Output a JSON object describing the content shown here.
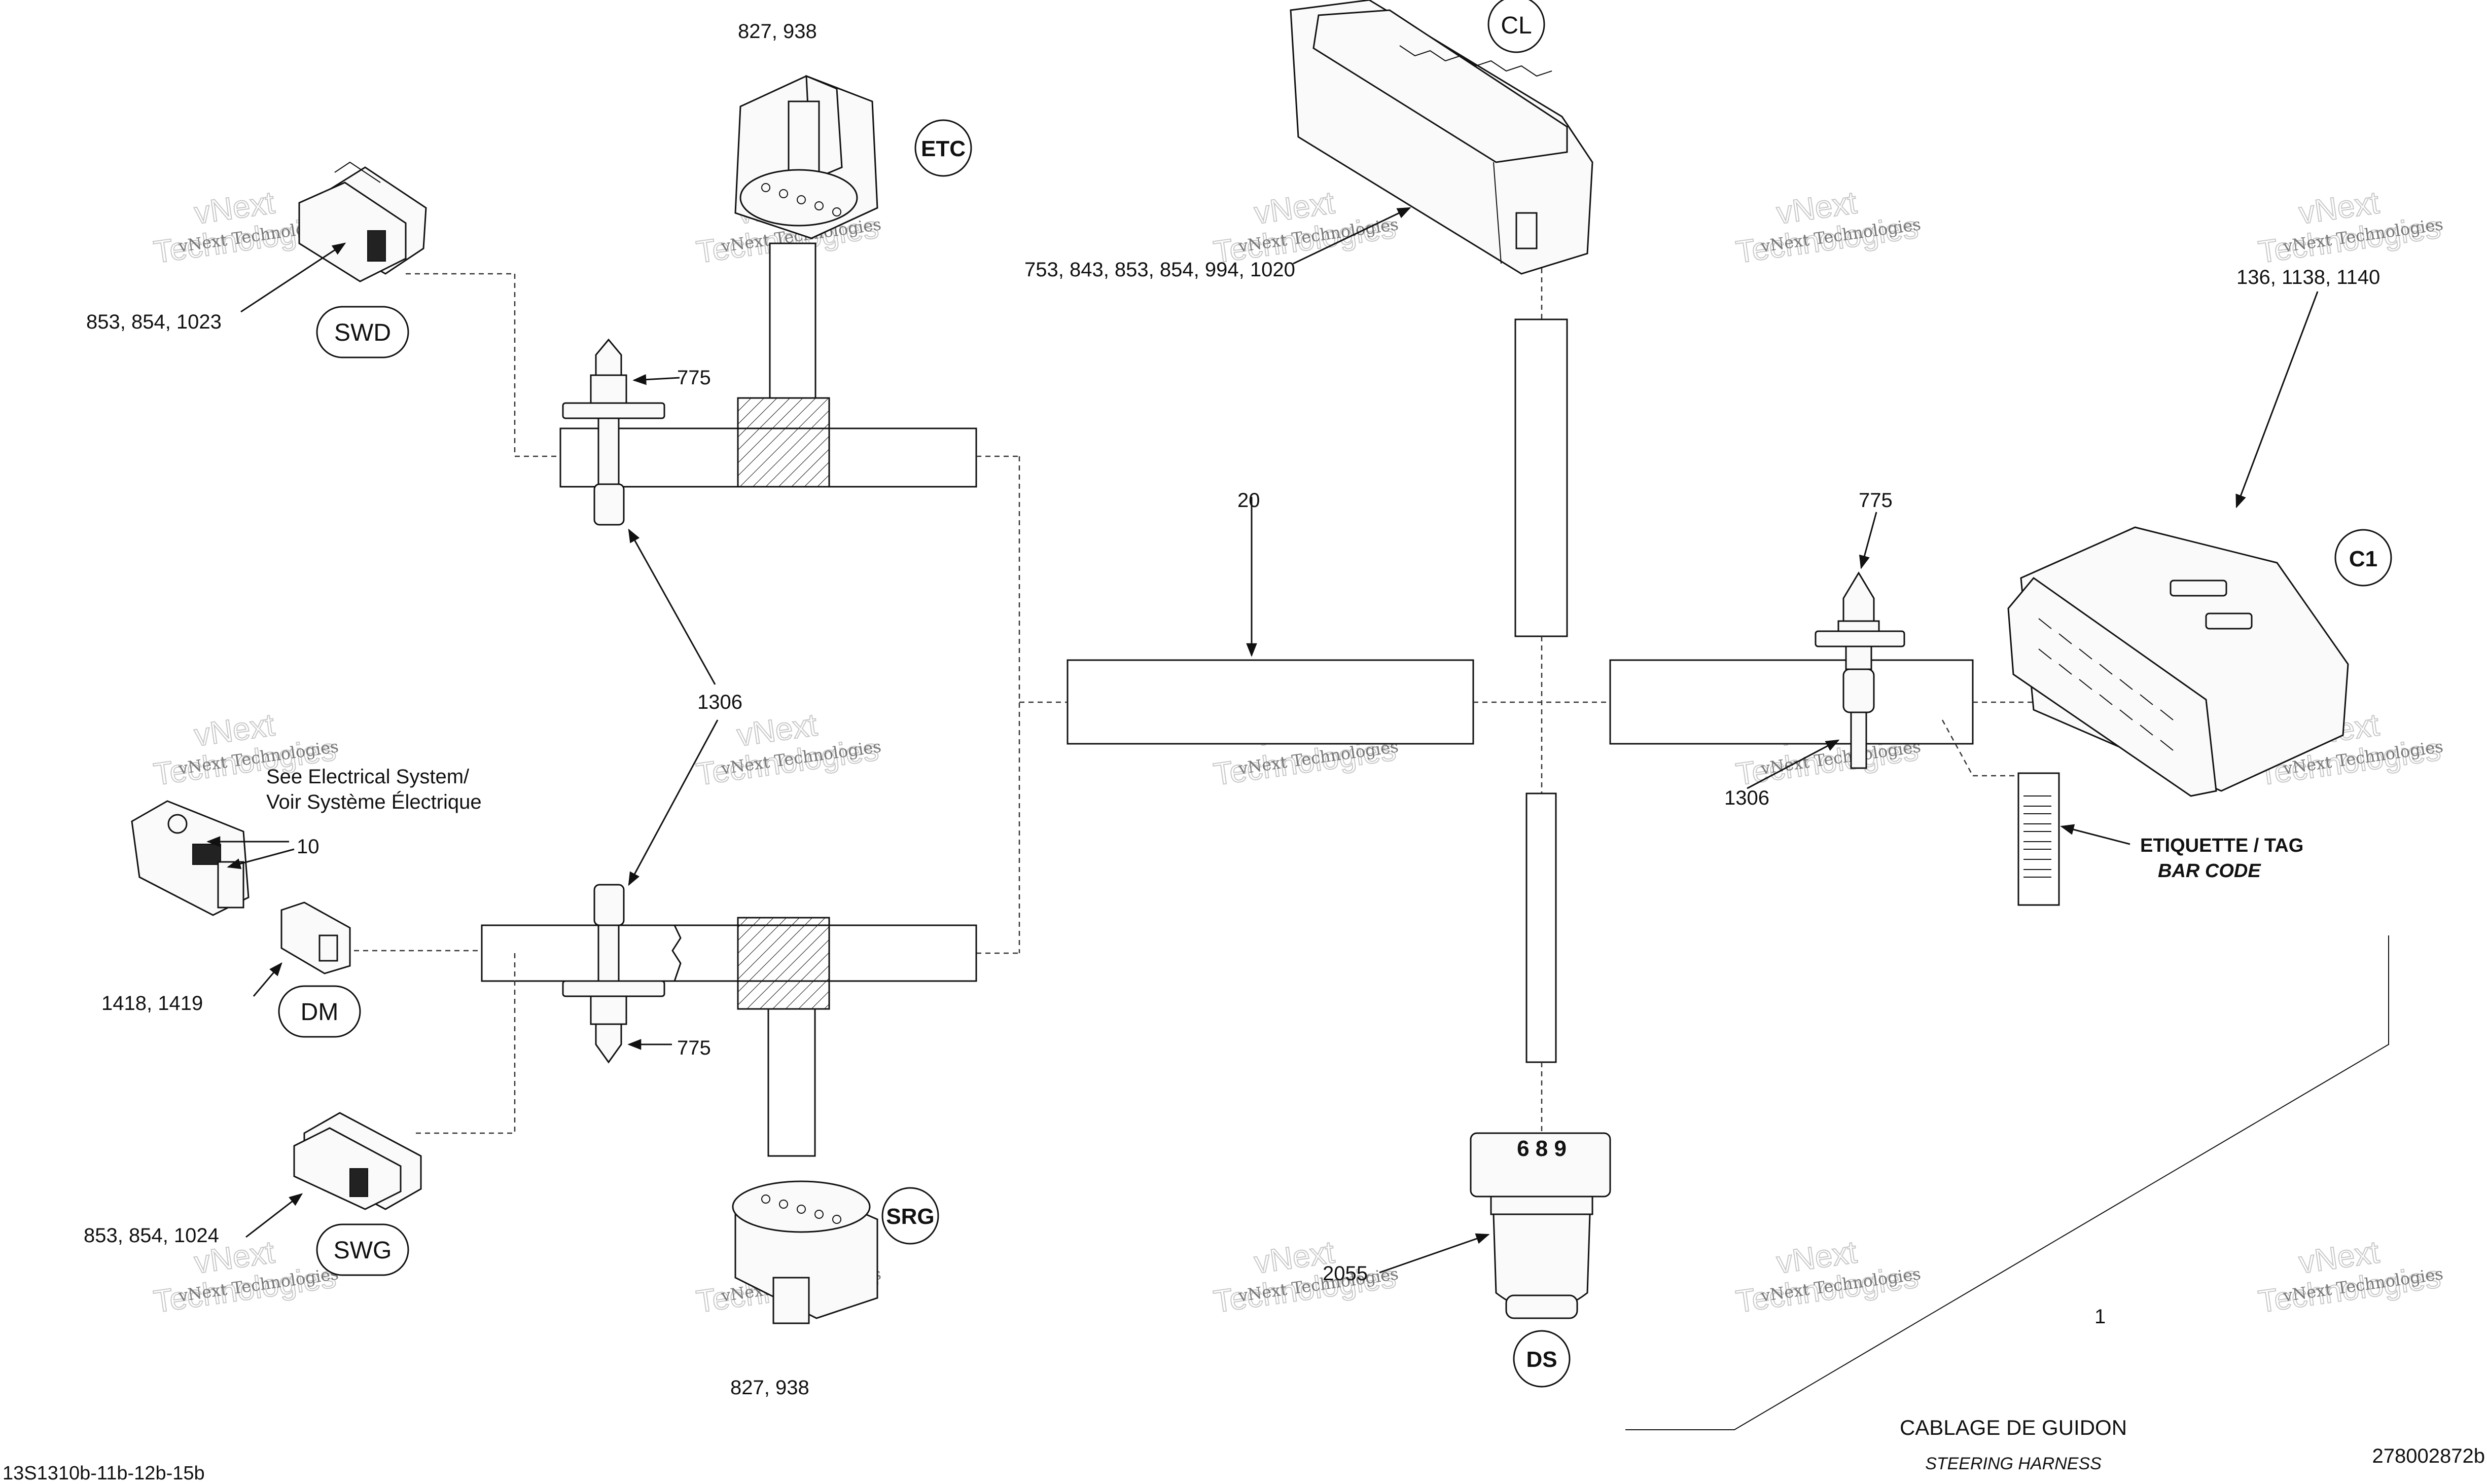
{
  "connectors": {
    "swd": "SWD",
    "etc": "ETC",
    "cl": "CL",
    "c1": "C1",
    "dm": "DM",
    "swg": "SWG",
    "srg": "SRG",
    "ds": "DS"
  },
  "callouts": {
    "etc_top": "827, 938",
    "swd_parts": "853, 854, 1023",
    "clip_top_left": "775",
    "cl_parts": "753, 843, 853, 854, 994, 1020",
    "c1_parts": "136, 1138, 1140",
    "harness_center": "20",
    "clip_right": "775",
    "tie_left": "1306",
    "tie_right": "1306",
    "see_electrical_line1": "See Electrical System/",
    "see_electrical_line2": "Voir Système Électrique",
    "sensor_part": "10",
    "dm_parts": "1418, 1419",
    "clip_bottom_left": "775",
    "swg_parts": "853, 854, 1024",
    "srg_bottom": "827, 938",
    "ds_parts": "2055",
    "ds_pins": "6 8 9",
    "harness_item": "1",
    "tag_line1": "ETIQUETTE / TAG",
    "tag_line2": "BAR CODE"
  },
  "title": {
    "french": "CABLAGE DE GUIDON",
    "english": "STEERING HARNESS"
  },
  "footer": {
    "left_code": "13S1310b-11b-12b-15b",
    "right_code": "278002872b"
  },
  "watermark": {
    "small": "vNext Technologies",
    "big_line1": "vNext",
    "big_line2": "Technologies"
  }
}
